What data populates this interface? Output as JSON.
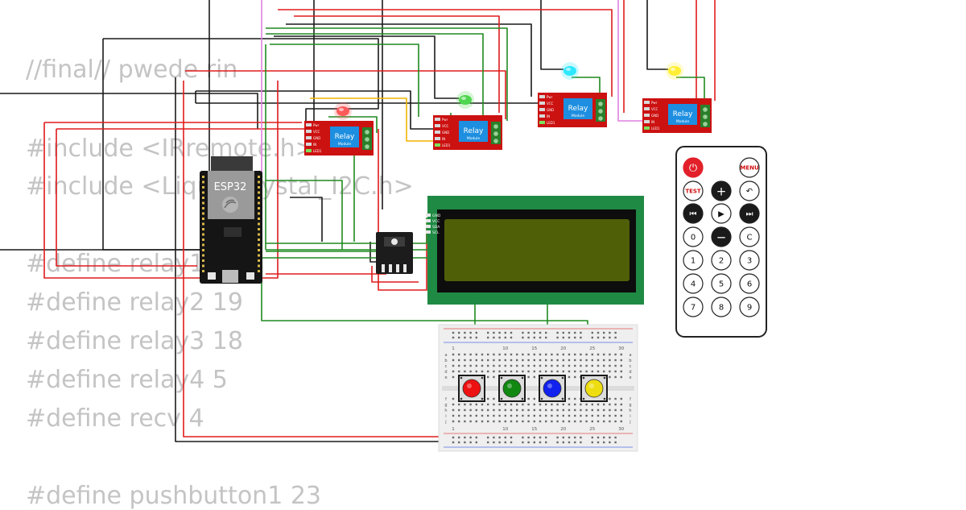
{
  "code_lines": [
    "//final// pwede rin",
    "#include <IRremote.h>",
    "#include <LiquidCrystal_I2C.h>",
    "#define relay1",
    "#define relay2 19",
    "#define relay3 18",
    "#define relay4 5",
    "#define recv 4",
    "#define pushbutton1 23"
  ],
  "esp32": {
    "label": "ESP32"
  },
  "relay_modules": [
    {
      "title": "Relay",
      "subtitle": "Module",
      "pins": [
        "Pwr",
        "VCC",
        "GND",
        "IN",
        "LED1"
      ]
    },
    {
      "title": "Relay",
      "subtitle": "Module",
      "pins": [
        "Pwr",
        "VCC",
        "GND",
        "IN",
        "LED1"
      ]
    },
    {
      "title": "Relay",
      "subtitle": "Module",
      "pins": [
        "Pwr",
        "VCC",
        "GND",
        "IN",
        "LED1"
      ]
    },
    {
      "title": "Relay",
      "subtitle": "Module",
      "pins": [
        "Pwr",
        "VCC",
        "GND",
        "IN",
        "LED1"
      ]
    }
  ],
  "leds": [
    {
      "color": "#ff5a5a"
    },
    {
      "color": "#4fd64f"
    },
    {
      "color": "#2ee8ff"
    },
    {
      "color": "#ffee33"
    }
  ],
  "lcd": {
    "pins": [
      "GND",
      "VCC",
      "SDA",
      "SCL"
    ]
  },
  "breadboard": {
    "column_numbers": [
      "1",
      "10",
      "15",
      "20",
      "25",
      "30"
    ],
    "row_letters_top": [
      "a",
      "b",
      "c",
      "d",
      "e"
    ],
    "row_letters_bottom": [
      "f",
      "g",
      "h",
      "i",
      "j"
    ]
  },
  "buttons": [
    {
      "color": "#ee1111"
    },
    {
      "color": "#118811"
    },
    {
      "color": "#1122ee"
    },
    {
      "color": "#eedd11"
    }
  ],
  "remote": {
    "buttons": [
      "⏻",
      "MENU",
      "TEST",
      "+",
      "↶",
      "⏮",
      "▶",
      "⏭",
      "0",
      "−",
      "C",
      "1",
      "2",
      "3",
      "4",
      "5",
      "6",
      "7",
      "8",
      "9"
    ]
  },
  "colors": {
    "wire_red": "#e01b1b",
    "wire_black": "#1a1a1a",
    "wire_green": "#1f8a1f",
    "wire_yellow": "#f0b400",
    "wire_pink": "#e080e0",
    "relay_board": "#cc1111",
    "relay_block": "#1e8fe0",
    "lcd_frame": "#1f8a44",
    "lcd_screen": "#4f5f08"
  }
}
